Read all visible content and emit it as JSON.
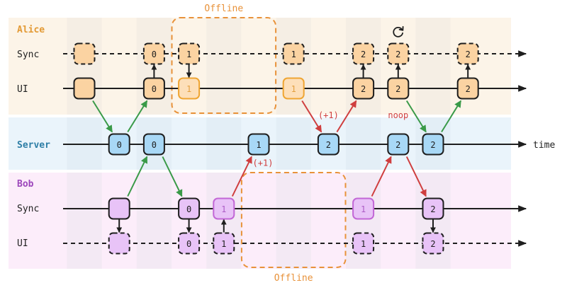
{
  "colors": {
    "alice_panel": "#fcf4e8",
    "alice_stripe": "#f5eee4",
    "server_panel": "#eaf4fb",
    "server_stripe": "#e3eef6",
    "bob_panel": "#fcedfa",
    "bob_stripe": "#f3e9f4",
    "alice_label": "#e39a35",
    "server_label": "#2d7ea6",
    "bob_label": "#9c46bb",
    "alice_node": "#fbd3a2",
    "alice_pending_node": "#fddfb9",
    "alice_pending_border": "#efa532",
    "alice_pending_text": "#e3a040",
    "server_node": "#a8d8f6",
    "bob_node": "#e8c3f7",
    "bob_pending_border": "#c267d6",
    "bob_pending_text": "#ad5cc6",
    "green_arrow": "#3a9a48",
    "red_arrow": "#cf3e3e",
    "offline": "#e8923a",
    "ink": "#1e1e1e"
  },
  "panels": [
    {
      "id": "alice",
      "title": "Alice",
      "lanes": [
        {
          "id": "alice-sync",
          "label": "Sync",
          "dashed": true
        },
        {
          "id": "alice-ui",
          "label": "UI",
          "dashed": false
        }
      ]
    },
    {
      "id": "server",
      "title": "Server",
      "lanes": [
        {
          "id": "server",
          "label": "",
          "dashed": false
        }
      ]
    },
    {
      "id": "bob",
      "title": "Bob",
      "lanes": [
        {
          "id": "bob-sync",
          "label": "Sync",
          "dashed": false
        },
        {
          "id": "bob-ui",
          "label": "UI",
          "dashed": true
        }
      ]
    }
  ],
  "time_label": "time",
  "offline_label": "Offline",
  "nodes": [
    {
      "id": "a-s1",
      "lane": "alice-sync",
      "col": 0,
      "label": "",
      "style": "dashed"
    },
    {
      "id": "a-s2",
      "lane": "alice-sync",
      "col": 2,
      "label": "0",
      "style": "dashed"
    },
    {
      "id": "a-s3",
      "lane": "alice-sync",
      "col": 3,
      "label": "1",
      "style": "dashed"
    },
    {
      "id": "a-s4",
      "lane": "alice-sync",
      "col": 6,
      "label": "1",
      "style": "dashed"
    },
    {
      "id": "a-s5",
      "lane": "alice-sync",
      "col": 8,
      "label": "2",
      "style": "dashed"
    },
    {
      "id": "a-s6",
      "lane": "alice-sync",
      "col": 9,
      "label": "2",
      "style": "dashed",
      "icon": "refresh-icon"
    },
    {
      "id": "a-s7",
      "lane": "alice-sync",
      "col": 11,
      "label": "2",
      "style": "dashed"
    },
    {
      "id": "a-u1",
      "lane": "alice-ui",
      "col": 0,
      "label": "",
      "style": "solid"
    },
    {
      "id": "a-u2",
      "lane": "alice-ui",
      "col": 2,
      "label": "0",
      "style": "solid"
    },
    {
      "id": "a-u3",
      "lane": "alice-ui",
      "col": 3,
      "label": "1",
      "style": "pending"
    },
    {
      "id": "a-u4",
      "lane": "alice-ui",
      "col": 6,
      "label": "1",
      "style": "pending"
    },
    {
      "id": "a-u5",
      "lane": "alice-ui",
      "col": 8,
      "label": "2",
      "style": "solid"
    },
    {
      "id": "a-u6",
      "lane": "alice-ui",
      "col": 9,
      "label": "2",
      "style": "solid"
    },
    {
      "id": "a-u7",
      "lane": "alice-ui",
      "col": 11,
      "label": "2",
      "style": "solid"
    },
    {
      "id": "s-1",
      "lane": "server",
      "col": 1,
      "label": "0",
      "style": "solid"
    },
    {
      "id": "s-2",
      "lane": "server",
      "col": 2,
      "label": "0",
      "style": "solid"
    },
    {
      "id": "s-3",
      "lane": "server",
      "col": 5,
      "label": "1",
      "style": "solid"
    },
    {
      "id": "s-4",
      "lane": "server",
      "col": 7,
      "label": "2",
      "style": "solid"
    },
    {
      "id": "s-5",
      "lane": "server",
      "col": 9,
      "label": "2",
      "style": "solid"
    },
    {
      "id": "s-6",
      "lane": "server",
      "col": 10,
      "label": "2",
      "style": "solid"
    },
    {
      "id": "b-s1",
      "lane": "bob-sync",
      "col": 1,
      "label": "",
      "style": "solid"
    },
    {
      "id": "b-s2",
      "lane": "bob-sync",
      "col": 3,
      "label": "0",
      "style": "solid"
    },
    {
      "id": "b-s3",
      "lane": "bob-sync",
      "col": 4,
      "label": "1",
      "style": "pending"
    },
    {
      "id": "b-s4",
      "lane": "bob-sync",
      "col": 8,
      "label": "1",
      "style": "pending"
    },
    {
      "id": "b-s5",
      "lane": "bob-sync",
      "col": 10,
      "label": "2",
      "style": "solid"
    },
    {
      "id": "b-u1",
      "lane": "bob-ui",
      "col": 1,
      "label": "",
      "style": "dashed"
    },
    {
      "id": "b-u2",
      "lane": "bob-ui",
      "col": 3,
      "label": "0",
      "style": "dashed"
    },
    {
      "id": "b-u3",
      "lane": "bob-ui",
      "col": 4,
      "label": "1",
      "style": "dashed"
    },
    {
      "id": "b-u4",
      "lane": "bob-ui",
      "col": 8,
      "label": "1",
      "style": "dashed"
    },
    {
      "id": "b-u5",
      "lane": "bob-ui",
      "col": 10,
      "label": "2",
      "style": "dashed"
    }
  ],
  "edges": [
    {
      "from": "a-u1",
      "to": "s-1",
      "kind": "green"
    },
    {
      "from": "s-1",
      "to": "a-u2",
      "kind": "green"
    },
    {
      "from": "b-s1",
      "to": "s-2",
      "kind": "green"
    },
    {
      "from": "s-2",
      "to": "b-s2",
      "kind": "green"
    },
    {
      "from": "b-s3",
      "to": "s-3",
      "kind": "red",
      "label": "(+1)",
      "label_side": "right"
    },
    {
      "from": "a-u4",
      "to": "s-4",
      "kind": "red",
      "label": "(+1)",
      "label_side": "mid"
    },
    {
      "from": "s-4",
      "to": "a-u5",
      "kind": "red"
    },
    {
      "from": "b-s4",
      "to": "s-5",
      "kind": "red",
      "label": "noop",
      "label_side": "mid"
    },
    {
      "from": "s-5",
      "to": "b-s5",
      "kind": "red"
    },
    {
      "from": "a-u6",
      "to": "s-6",
      "kind": "green"
    },
    {
      "from": "s-6",
      "to": "a-u7",
      "kind": "green"
    },
    {
      "from": "a-u2",
      "to": "a-s2",
      "kind": "local"
    },
    {
      "from": "a-s3",
      "to": "a-u3",
      "kind": "local"
    },
    {
      "from": "a-u5",
      "to": "a-s5",
      "kind": "local"
    },
    {
      "from": "a-u6",
      "to": "a-s6",
      "kind": "local"
    },
    {
      "from": "a-u7",
      "to": "a-s7",
      "kind": "local"
    },
    {
      "from": "b-s1",
      "to": "b-u1",
      "kind": "local"
    },
    {
      "from": "b-s2",
      "to": "b-u2",
      "kind": "local"
    },
    {
      "from": "b-u3",
      "to": "b-s3",
      "kind": "local"
    },
    {
      "from": "b-s5",
      "to": "b-u5",
      "kind": "local"
    }
  ],
  "offline_periods": [
    {
      "panel": "alice",
      "from_col": 3,
      "to_col": 5,
      "label_position": "top"
    },
    {
      "panel": "bob",
      "from_col": 5,
      "to_col": 7,
      "label_position": "bottom"
    }
  ]
}
